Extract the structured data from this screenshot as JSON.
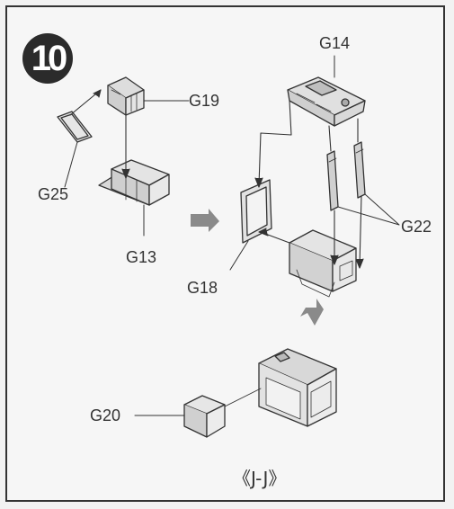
{
  "step": {
    "number": "10"
  },
  "labels": {
    "g14": "G14",
    "g19": "G19",
    "g25": "G25",
    "g13": "G13",
    "g22": "G22",
    "g18": "G18",
    "g20": "G20"
  },
  "caption": "《J-J》"
}
